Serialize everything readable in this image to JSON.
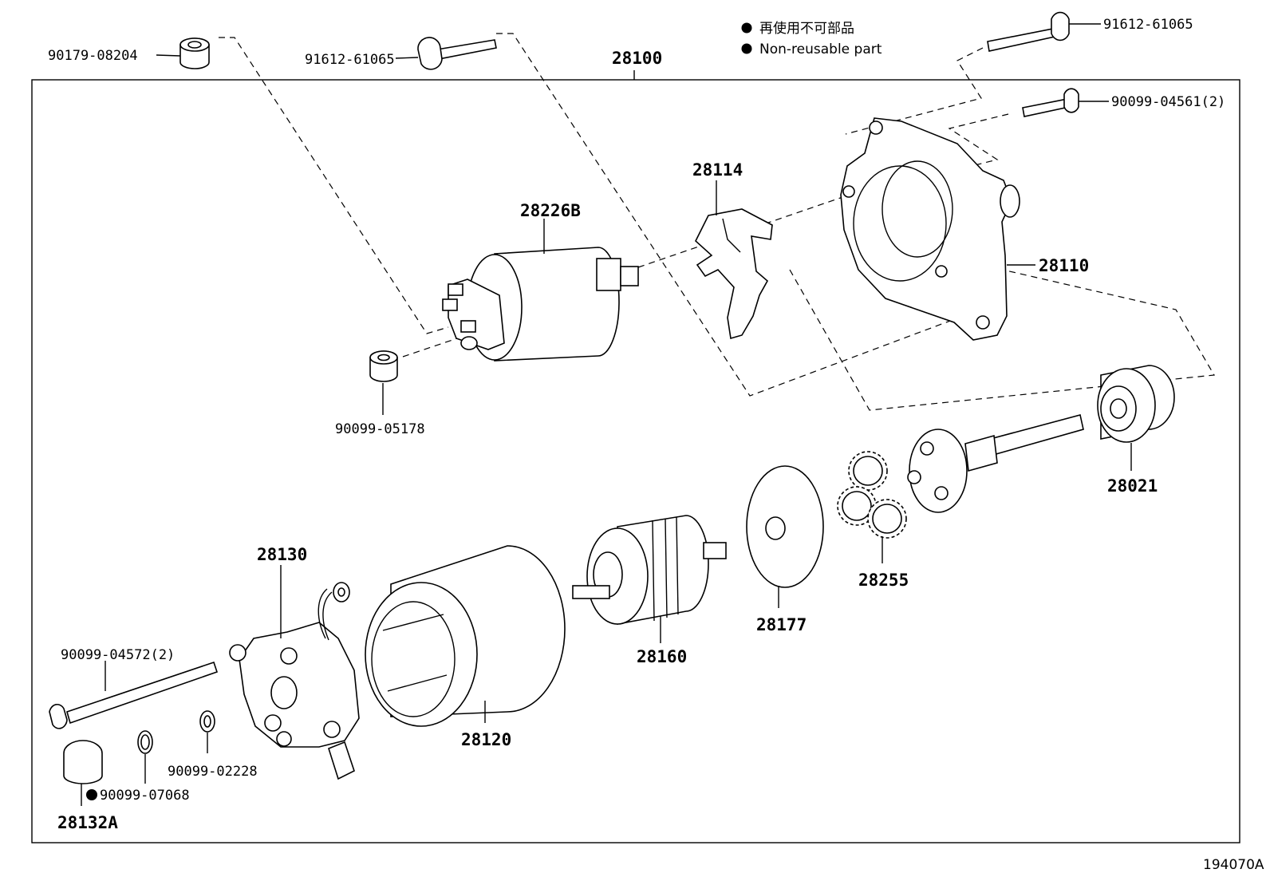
{
  "legend": {
    "japanese": "再使用不可部品",
    "english": "Non-reusable part"
  },
  "reference_code": "194070A",
  "assembly": {
    "number": "28100"
  },
  "parts": {
    "p90179_08204": "90179-08204",
    "p91612_61065_a": "91612-61065",
    "p91612_61065_b": "91612-61065",
    "p90099_04561": "90099-04561(2)",
    "p28114": "28114",
    "p28226B": "28226B",
    "p28110": "28110",
    "p90099_05178": "90099-05178",
    "p28021": "28021",
    "p28255": "28255",
    "p28177": "28177",
    "p28160": "28160",
    "p28130": "28130",
    "p28120": "28120",
    "p90099_04572": "90099-04572(2)",
    "p90099_02228": "90099-02228",
    "p90099_07068": "90099-07068",
    "p28132A": "28132A"
  }
}
